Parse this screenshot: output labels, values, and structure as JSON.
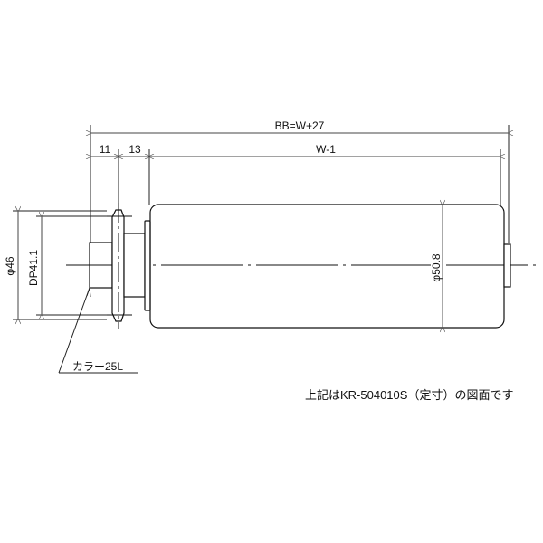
{
  "drawing": {
    "dimensions": {
      "overall": "BB=W+27",
      "left_flange": "11",
      "left_hub": "13",
      "roller_length": "W-1",
      "sprocket_od": "φ46",
      "pitch_diameter": "DP41.1",
      "roller_diameter": "φ50.8"
    },
    "leader_label": "カラー25L",
    "note": "上記はKR-504010S（定寸）の図面です"
  },
  "colors": {
    "line": "#111111",
    "dim_line": "#555555",
    "background": "#ffffff"
  }
}
